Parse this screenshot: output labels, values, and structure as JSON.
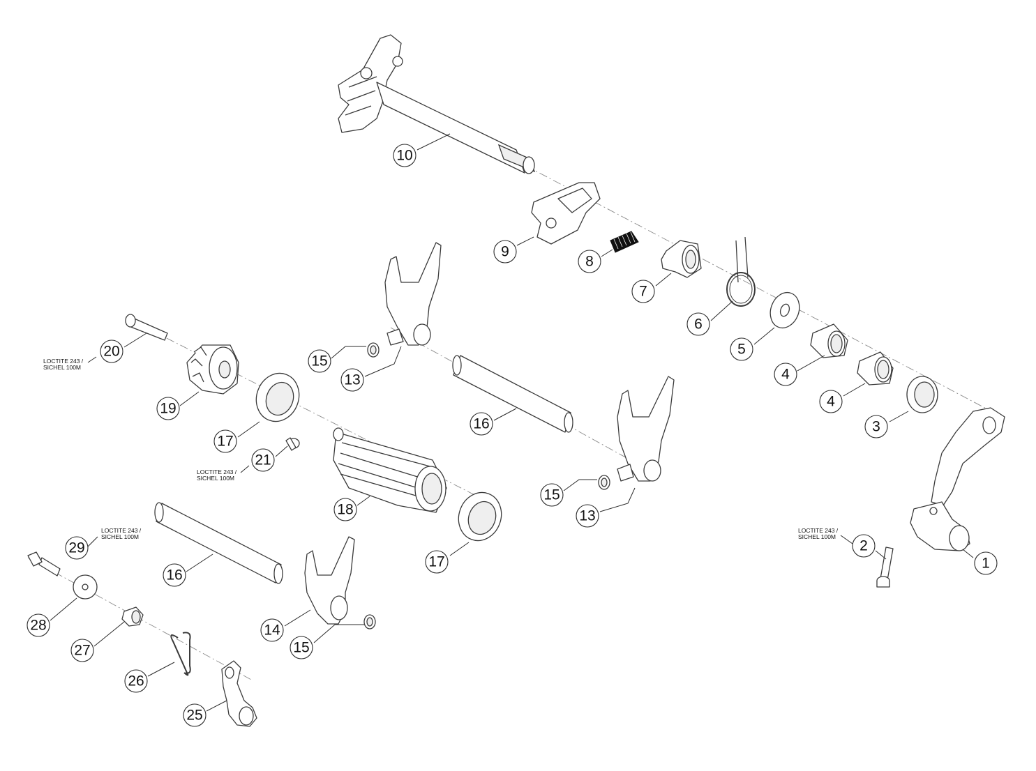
{
  "callouts": [
    {
      "label": "1"
    },
    {
      "label": "2"
    },
    {
      "label": "3"
    },
    {
      "label": "4"
    },
    {
      "label": "4"
    },
    {
      "label": "5"
    },
    {
      "label": "6"
    },
    {
      "label": "7"
    },
    {
      "label": "8"
    },
    {
      "label": "9"
    },
    {
      "label": "10"
    },
    {
      "label": "13"
    },
    {
      "label": "13"
    },
    {
      "label": "14"
    },
    {
      "label": "15"
    },
    {
      "label": "15"
    },
    {
      "label": "15"
    },
    {
      "label": "16"
    },
    {
      "label": "16"
    },
    {
      "label": "17"
    },
    {
      "label": "17"
    },
    {
      "label": "18"
    },
    {
      "label": "19"
    },
    {
      "label": "20"
    },
    {
      "label": "21"
    },
    {
      "label": "25"
    },
    {
      "label": "26"
    },
    {
      "label": "27"
    },
    {
      "label": "28"
    },
    {
      "label": "29"
    }
  ],
  "notes": [
    {
      "line1": "LOCTITE 243 /",
      "line2": "SICHEL 100M"
    },
    {
      "line1": "LOCTITE 243 /",
      "line2": "SICHEL 100M"
    },
    {
      "line1": "LOCTITE 243 /",
      "line2": "SICHEL 100M"
    },
    {
      "line1": "LOCTITE 243 /",
      "line2": "SICHEL 100M"
    }
  ]
}
